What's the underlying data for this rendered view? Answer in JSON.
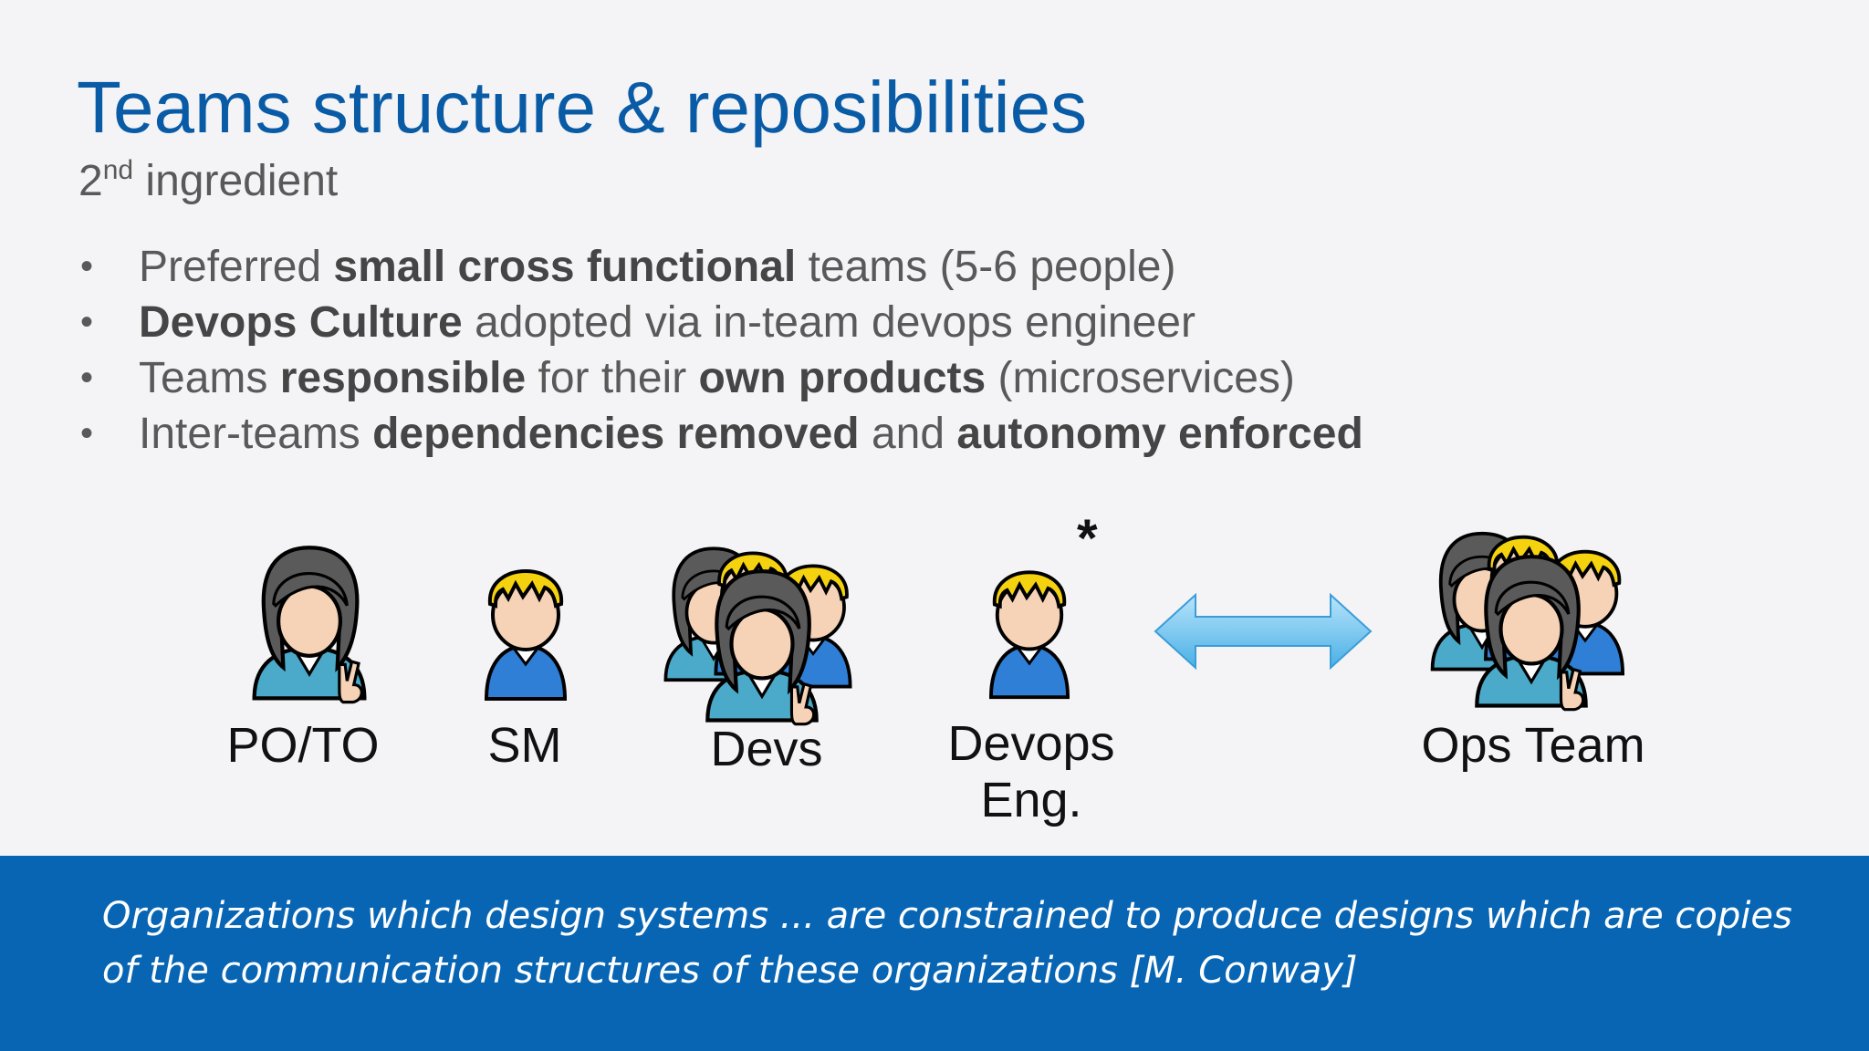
{
  "slide": {
    "title": "Teams structure & reposibilities",
    "subtitle": {
      "number": "2",
      "suffix": "nd",
      "text": " ingredient"
    },
    "bullet_glyph": "•",
    "bullets": [
      [
        {
          "text": "Preferred ",
          "bold": false
        },
        {
          "text": "small cross functional",
          "bold": true
        },
        {
          "text": " teams (5-6 people)",
          "bold": false
        }
      ],
      [
        {
          "text": "Devops Culture",
          "bold": true
        },
        {
          "text": " adopted via in-team devops engineer",
          "bold": false
        }
      ],
      [
        {
          "text": "Teams ",
          "bold": false
        },
        {
          "text": "responsible",
          "bold": true
        },
        {
          "text": " for their ",
          "bold": false
        },
        {
          "text": "own products",
          "bold": true
        },
        {
          "text": " (microservices)",
          "bold": false
        }
      ],
      [
        {
          "text": "Inter-teams ",
          "bold": false
        },
        {
          "text": "dependencies removed",
          "bold": true
        },
        {
          "text": " and ",
          "bold": false
        },
        {
          "text": "autonomy enforced",
          "bold": true
        }
      ]
    ],
    "roles": {
      "po_to": "PO/TO",
      "sm": "SM",
      "devs": "Devs",
      "devops_line1": "Devops",
      "devops_line2": "Eng.",
      "ops_team": "Ops Team"
    },
    "asterisk": "*",
    "icons": {
      "female_person": "female-person-peace-sign-icon",
      "male_person": "male-person-icon",
      "group": "people-group-icon",
      "arrow": "double-headed-arrow-icon"
    },
    "quote": "Organizations which design systems ... are constrained to produce designs which are copies of the communication structures of these organizations [M. Conway]",
    "colors": {
      "title": "#0a5ba6",
      "quote_bar": "#0765b4",
      "hair_female": "#5a5a5a",
      "hair_male": "#f5d20f",
      "skin": "#f6d3b6",
      "shirt_female": "#4ba9c9",
      "shirt_male": "#2f7fd6",
      "arrow": "#6fc3ee"
    }
  }
}
